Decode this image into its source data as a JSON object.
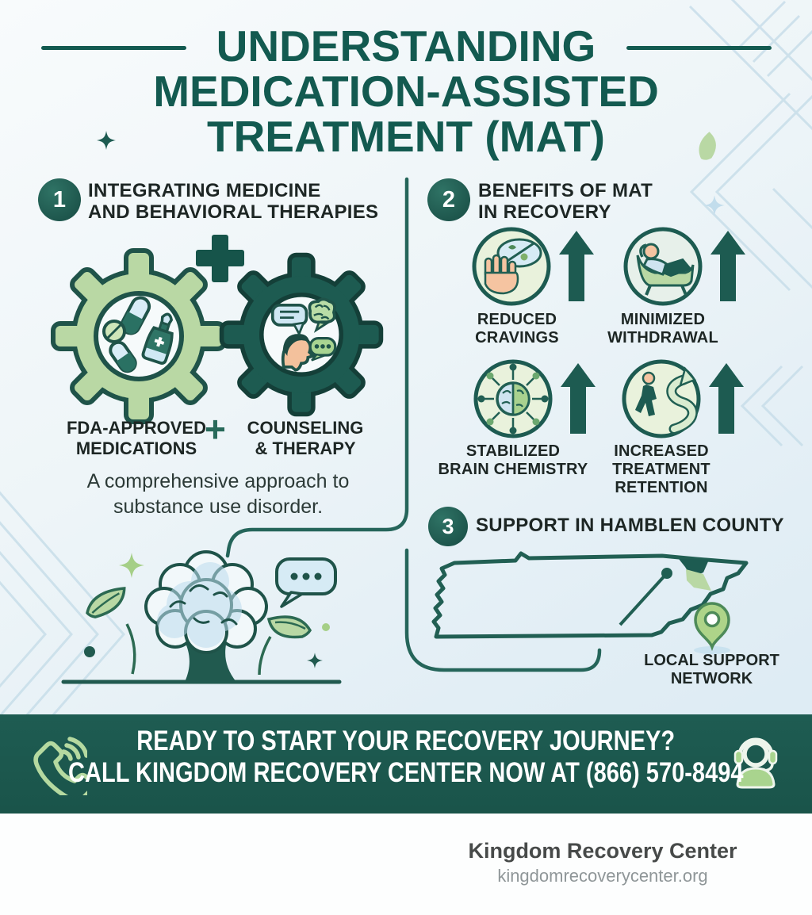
{
  "title": {
    "line1": "UNDERSTANDING",
    "line2": "MEDICATION-ASSISTED",
    "line3": "TREATMENT (MAT)"
  },
  "section1": {
    "number": "1",
    "heading": "INTEGRATING MEDICINE\nAND BEHAVIORAL THERAPIES",
    "gear_left_label": "FDA-APPROVED\nMEDICATIONS",
    "plus": "+",
    "gear_right_label": "COUNSELING\n& THERAPY",
    "description": "A comprehensive approach to\nsubstance use disorder."
  },
  "section2": {
    "number": "2",
    "heading": "BENEFITS OF MAT\nIN RECOVERY",
    "benefits": [
      {
        "label": "REDUCED\nCRAVINGS",
        "icon": "stop-hand-thought-bubble-icon"
      },
      {
        "label": "MINIMIZED\nWITHDRAWAL",
        "icon": "resting-person-icon"
      },
      {
        "label": "STABILIZED\nBRAIN CHEMISTRY",
        "icon": "brain-network-icon"
      },
      {
        "label": "INCREASED\nTREATMENT\nRETENTION",
        "icon": "walking-path-icon"
      }
    ]
  },
  "section3": {
    "number": "3",
    "heading": "SUPPORT IN HAMBLEN COUNTY",
    "map_name": "tennessee-map",
    "pin_label": "LOCAL SUPPORT\nNETWORK"
  },
  "banner": {
    "line1": "READY TO START YOUR RECOVERY JOURNEY?",
    "line2": "CALL KINGDOM RECOVERY CENTER NOW AT (866) 570-8494",
    "phone_number": "(866) 570-8494"
  },
  "footer": {
    "org_name": "Kingdom Recovery Center",
    "website": "kingdomrecoverycenter.org"
  },
  "colors": {
    "teal_dark": "#1d5b51",
    "teal_title": "#135a50",
    "green_light": "#b9d8a4",
    "green_pale": "#e9f2dc",
    "blue_pale": "#d6ebf5",
    "heading_dark": "#1d2624",
    "banner_bg": "#1d5b51",
    "banner_text": "#ffffff",
    "footer_name": "#474a49",
    "footer_url": "#8f9698"
  },
  "icons": {
    "list": [
      "sparkle-icon",
      "leaf-icon",
      "medication-gear-icon",
      "therapy-gear-icon",
      "plus-icon",
      "stop-hand-thought-bubble-icon",
      "resting-person-icon",
      "brain-network-icon",
      "walking-path-icon",
      "up-arrow-icon",
      "tennessee-map",
      "map-pointer-line",
      "location-pin-icon",
      "brain-tree-illustration",
      "speech-bubble-icon",
      "phone-icon",
      "headset-agent-icon"
    ]
  }
}
